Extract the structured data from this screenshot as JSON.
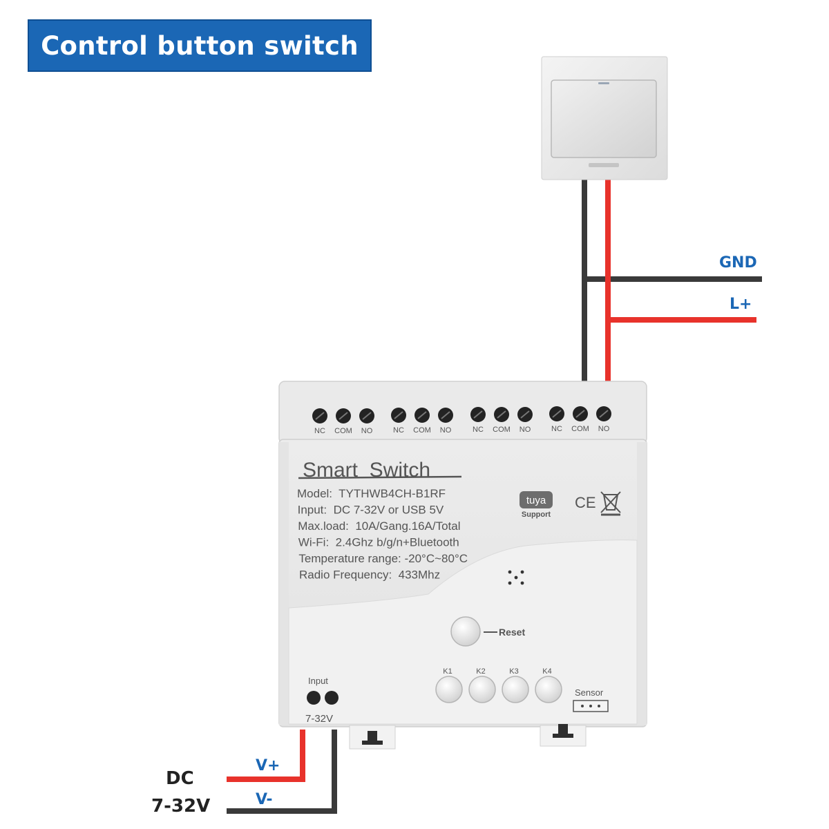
{
  "header": {
    "title": "Control button switch"
  },
  "wiring": {
    "gnd_label": "GND",
    "lplus_label": "L+",
    "vplus_label": "V+",
    "vminus_label": "V-",
    "dc_label": "DC",
    "dc_range_label": "7-32V"
  },
  "device": {
    "name": "Smart  Switch",
    "specs": [
      "Model:  TYTHWB4CH-B1RF",
      "Input:  DC 7-32V or USB 5V",
      "Max.load:  10A/Gang.16A/Total",
      "Wi-Fi:  2.4Ghz b/g/n+Bluetooth",
      "Temperature range: -20°C~80°C",
      "Radio Frequency:  433Mhz"
    ],
    "terminal_labels": [
      "NC",
      "COM",
      "NO"
    ],
    "tuya_logo": "tuya",
    "tuya_support": "Support",
    "ce_mark": "CE",
    "reset_label": "Reset",
    "keys": [
      "K1",
      "K2",
      "K3",
      "K4"
    ],
    "sensor_label": "Sensor",
    "input_label": "Input",
    "input_range": "7-32V"
  },
  "colors": {
    "banner": "#1b67b5",
    "wire_red": "#e8322b",
    "wire_black": "#3a3a3a",
    "label_blue": "#1b67b5"
  }
}
